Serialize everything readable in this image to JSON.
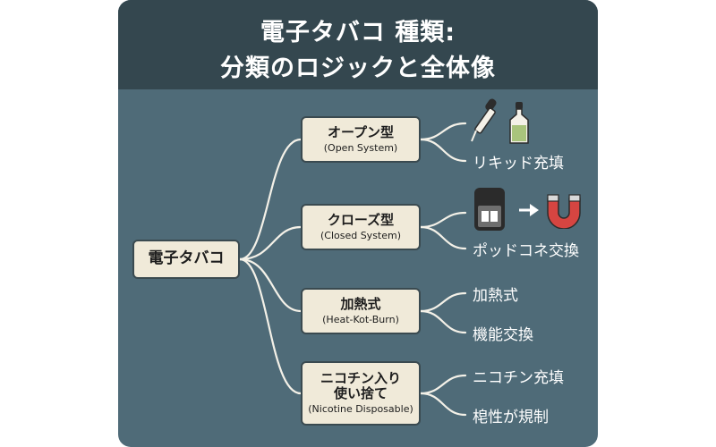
{
  "title": {
    "line1": "電子タバコ 種類:",
    "line2": "分類のロジックと全体像"
  },
  "root": {
    "label": "電子タバコ"
  },
  "branches": [
    {
      "label": "オープン型",
      "sublabel": "(Open System)",
      "leaves": [
        "リキッド充填"
      ],
      "icons": [
        "dropper-icon",
        "liquid-bottle-icon"
      ]
    },
    {
      "label": "クローズ型",
      "sublabel": "(Closed System)",
      "leaves": [
        "ポッドコネ交換"
      ],
      "icons": [
        "pod-cartridge-icon",
        "arrow-right-icon",
        "magnet-icon"
      ]
    },
    {
      "label": "加熱式",
      "sublabel": "(Heat-Kot-Burn)",
      "leaves": [
        "加熱式",
        "機能交換"
      ]
    },
    {
      "label": "ニコチン入り",
      "label2": "使い捨て",
      "sublabel": "(Nicotine Disposable)",
      "leaves": [
        "ニコチン充填",
        "梍性が規制"
      ]
    }
  ],
  "colors": {
    "panel": "#4f6b78",
    "header": "#34474f",
    "node_fill": "#f0ead9",
    "connector": "#f4f1e8"
  }
}
